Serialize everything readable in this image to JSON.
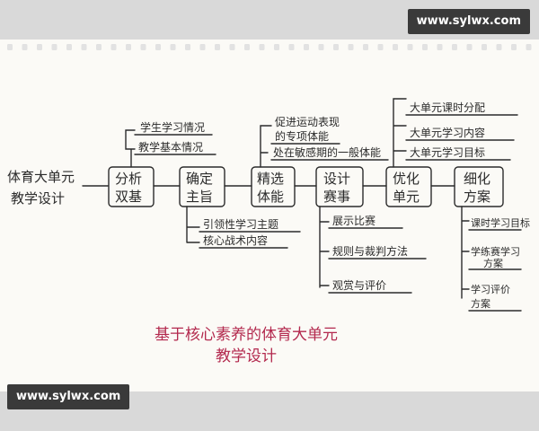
{
  "watermark_top": "www.sylwx.com",
  "watermark_bottom": "www.sylwx.com",
  "colors": {
    "ink": "#2b2b2b",
    "red": "#b3294e",
    "paper": "#fbfaf6",
    "hole": "#e2e2e2"
  },
  "diagram": {
    "root": "体育大单元教学设计",
    "steps": [
      "分析双基",
      "确定主旨",
      "精选体能",
      "设计赛事",
      "优化单元",
      "细化方案"
    ],
    "analysis_items": [
      "学生学习情况",
      "教学基本情况"
    ],
    "theme_items": [
      "引领性学习主题",
      "核心战术内容"
    ],
    "fitness_items": [
      "促进运动表现的专项体能",
      "处在敏感期的一般体能"
    ],
    "event_items": [
      "展示比赛",
      "规则与裁判方法",
      "观赏与评价"
    ],
    "unit_items": [
      "大单元课时分配",
      "大单元学习内容",
      "大单元学习目标"
    ],
    "plan_items": [
      "课时学习目标",
      "学练赛学习方案",
      "学习评价方案"
    ],
    "caption": "基于核心素养的体育大单元教学设计"
  }
}
